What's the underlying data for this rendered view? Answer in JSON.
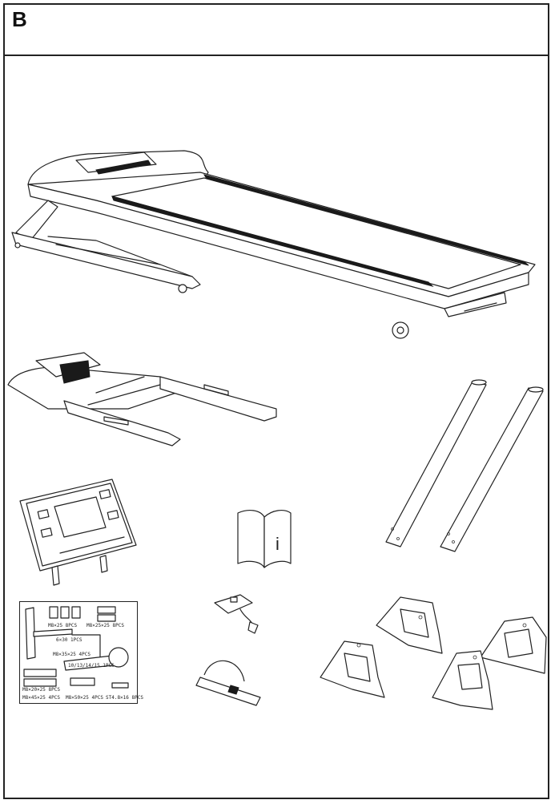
{
  "section": {
    "letter": "B"
  },
  "hardware_kit": {
    "labels": [
      "M8×25 8PCS",
      "M8×25×25 8PCS",
      "6×30 1PCS",
      "M8×35×25 4PCS",
      "M8×45×25 4PCS",
      "M8×50×25 4PCS",
      "ST4.8×16 8PCS",
      "M8×20×25 8PCS",
      "10/13/14/15 1PCS"
    ]
  },
  "manual_icon": {
    "glyph": "i"
  }
}
